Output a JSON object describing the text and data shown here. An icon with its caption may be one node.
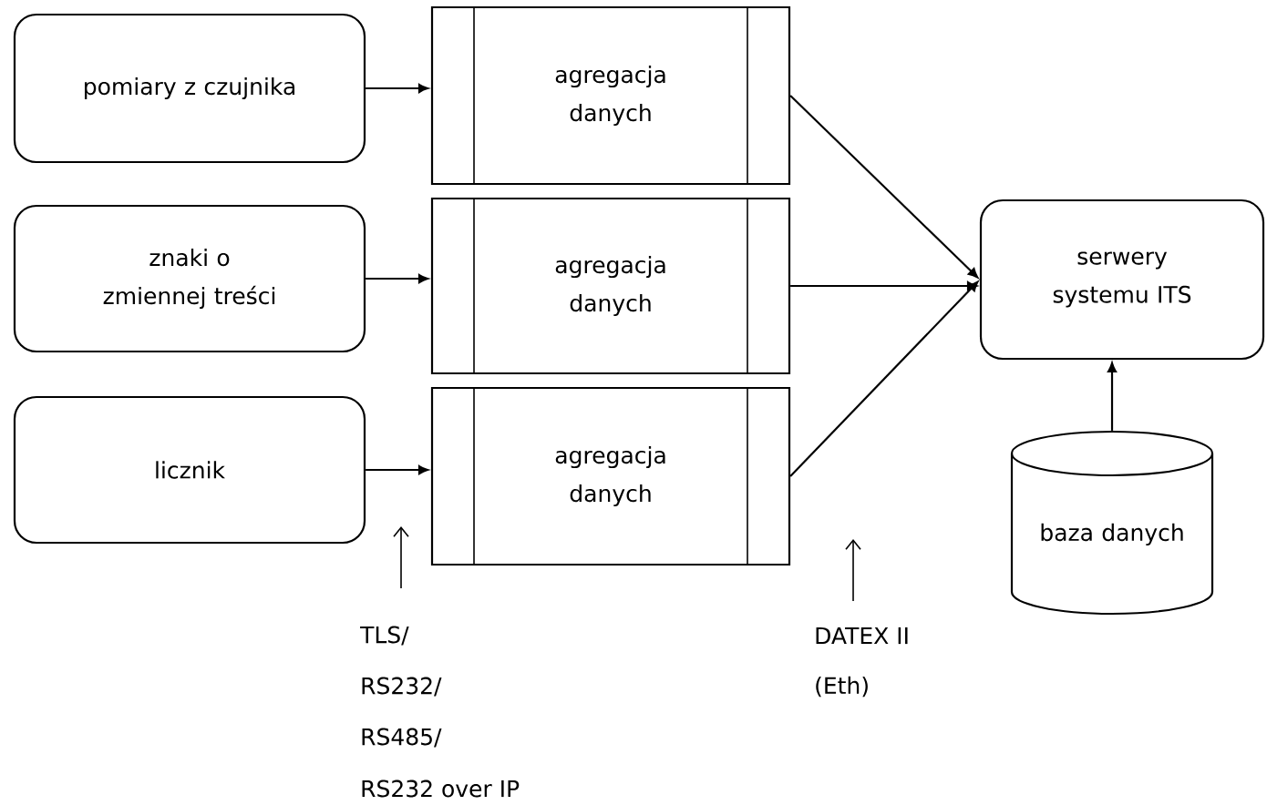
{
  "diagram": {
    "nodes": [
      {
        "text": [
          "pomiary z czujnika"
        ]
      },
      {
        "text": [
          "znaki o zmiennej treści"
        ]
      },
      {
        "text": [
          "licznik"
        ]
      },
      {
        "text": [
          "agregacja danych"
        ]
      },
      {
        "text": [
          "agregacja danych"
        ]
      },
      {
        "text": [
          "agregacja danych"
        ]
      },
      {
        "text": [
          "serwery systemu ITS"
        ]
      },
      {
        "text": [
          "baza danych"
        ]
      }
    ],
    "edges": [
      {
        "from": 0,
        "to": 3,
        "arrow": "to"
      },
      {
        "from": 1,
        "to": 4,
        "arrow": "to"
      },
      {
        "from": 2,
        "to": 5,
        "arrow": "to"
      },
      {
        "from": 3,
        "to": 6,
        "arrow": "to"
      },
      {
        "from": 4,
        "to": 6,
        "arrow": "to"
      },
      {
        "from": 5,
        "to": 6,
        "arrow": "to"
      },
      {
        "from": 7,
        "to": 6,
        "arrow": "to"
      }
    ],
    "labels": [
      "TLS/",
      "RS232/",
      "RS485/",
      "RS232 over IP",
      "DATEX II",
      "(Eth)"
    ]
  }
}
